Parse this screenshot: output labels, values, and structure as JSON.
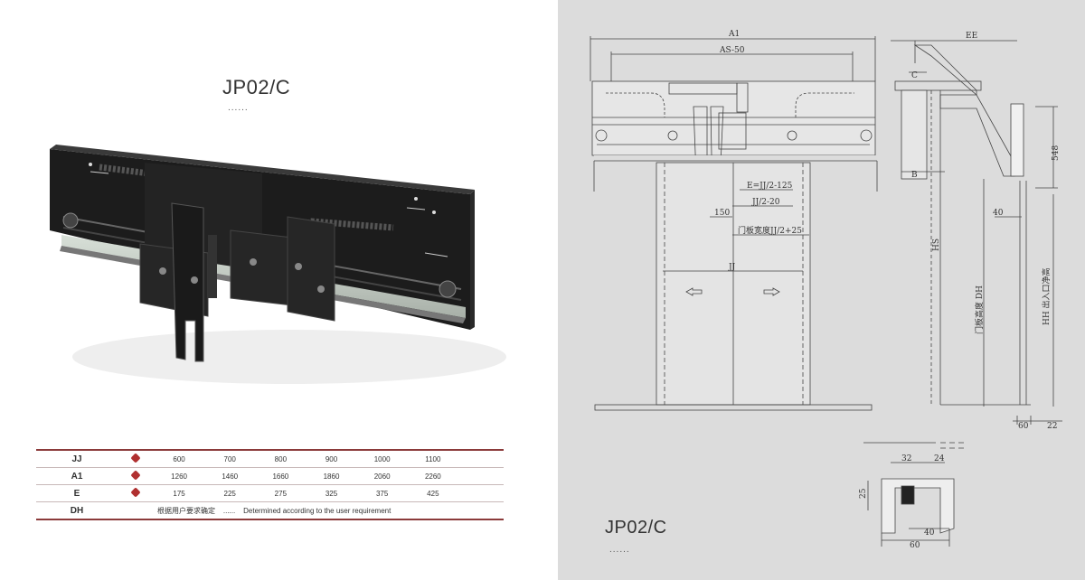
{
  "left_panel": {
    "title": "JP02/C",
    "dots": "......"
  },
  "spec_table": {
    "rows": [
      {
        "key": "JJ",
        "values": [
          "600",
          "700",
          "800",
          "900",
          "1000",
          "1100"
        ]
      },
      {
        "key": "A1",
        "values": [
          "1260",
          "1460",
          "1660",
          "1860",
          "2060",
          "2260"
        ]
      },
      {
        "key": "E",
        "values": [
          "175",
          "225",
          "275",
          "325",
          "375",
          "425"
        ]
      }
    ],
    "dh_row": {
      "key": "DH",
      "note_cn": "根据用户要求确定",
      "separator": "......",
      "note_en": "Determined according to the user requirement"
    }
  },
  "drawing": {
    "title": "JP02/C",
    "dots": "......",
    "dims": {
      "a1": "A1",
      "as50": "AS-50",
      "ee": "EE",
      "c": "C",
      "b": "B",
      "h548": "548",
      "e_jj": "E=JJ/2-125",
      "jj2": "JJ/2-20",
      "d150": "150",
      "panel_width": "门板宽度JJ/2+25",
      "jj": "JJ",
      "d40": "40",
      "hs": "HS",
      "panel_height": "门板高度 DH",
      "entrance_height": "HH 出入口净高",
      "d60": "60",
      "d22": "22",
      "s32": "32",
      "s24": "24",
      "s25": "25",
      "s40": "40",
      "s60": "60"
    }
  },
  "colors": {
    "accent": "#8b3a3a",
    "marker": "#b03030",
    "drawing_bg": "#dcdcdc"
  }
}
